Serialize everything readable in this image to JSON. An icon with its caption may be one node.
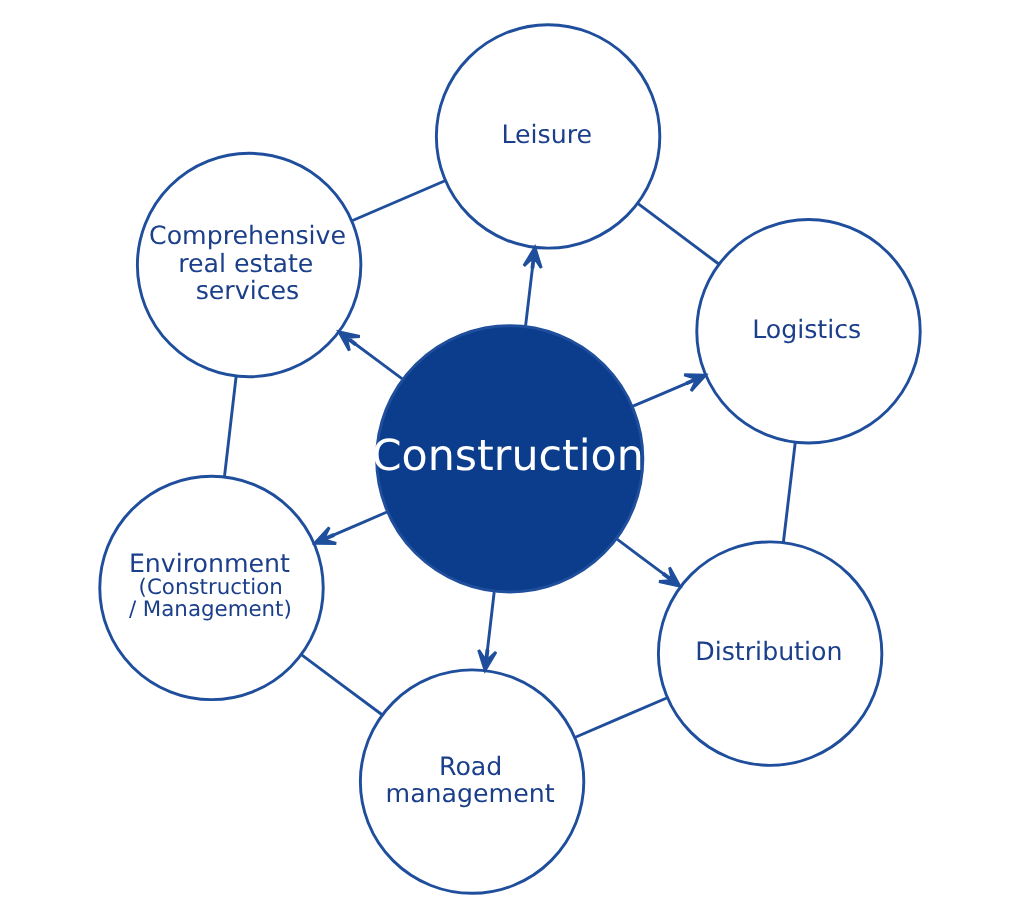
{
  "diagram": {
    "nodes": [
      {
        "text": [
          "Construction"
        ]
      },
      {
        "text": [
          "Logistics"
        ]
      },
      {
        "text": [
          "Distribution"
        ]
      },
      {
        "text": [
          "Leisure"
        ]
      },
      {
        "text": [
          "Road management"
        ]
      },
      {
        "text": [
          "Comprehensive real estate services"
        ]
      },
      {
        "text": [
          "Environment",
          "(Construction / Management)"
        ]
      }
    ],
    "edges": [
      {
        "from": 0,
        "to": 1,
        "arrow": "to"
      },
      {
        "from": 0,
        "to": 2,
        "arrow": "to"
      },
      {
        "from": 0,
        "to": 3,
        "arrow": "to"
      },
      {
        "from": 0,
        "to": 4,
        "arrow": "to"
      },
      {
        "from": 0,
        "to": 5,
        "arrow": "to"
      },
      {
        "from": 0,
        "to": 6,
        "arrow": "to"
      },
      {
        "from": 1,
        "to": 2,
        "arrow": "none"
      },
      {
        "from": 2,
        "to": 4,
        "arrow": "none"
      },
      {
        "from": 4,
        "to": 6,
        "arrow": "none"
      },
      {
        "from": 6,
        "to": 5,
        "arrow": "none"
      },
      {
        "from": 5,
        "to": 3,
        "arrow": "none"
      },
      {
        "from": 3,
        "to": 1,
        "arrow": "none"
      }
    ]
  }
}
